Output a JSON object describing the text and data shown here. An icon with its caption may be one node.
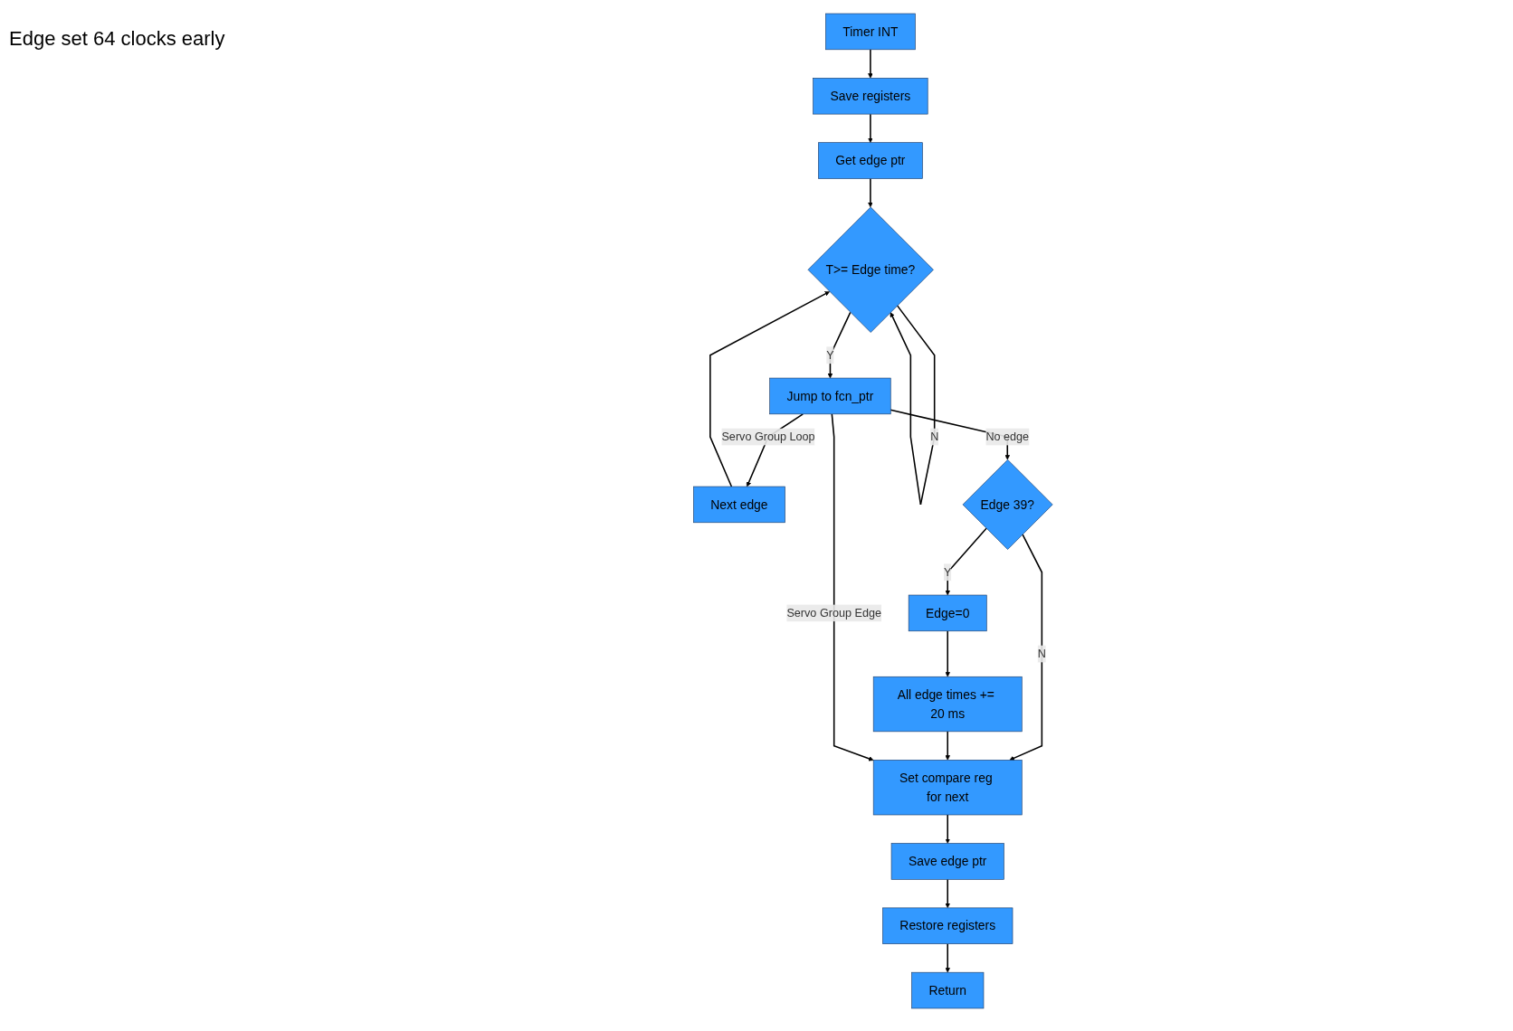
{
  "diagram": {
    "nodes": [
      {
        "text": [
          "Timer INT"
        ]
      },
      {
        "text": [
          "Save registers"
        ]
      },
      {
        "text": [
          "Get edge ptr"
        ]
      },
      {
        "text": [
          "T>= Edge time?"
        ]
      },
      {
        "text": [
          "Jump to fcn_ptr"
        ]
      },
      {
        "text": [
          "Next edge"
        ]
      },
      {
        "text": [
          "Edge 39?"
        ]
      },
      {
        "text": [
          "Edge=0"
        ]
      },
      {
        "text": [
          "All edge times += 20 ms"
        ]
      },
      {
        "text": [
          "Set compare reg for next"
        ]
      },
      {
        "text": [
          "Save edge ptr"
        ]
      },
      {
        "text": [
          "Restore registers"
        ]
      },
      {
        "text": [
          "Return"
        ]
      }
    ],
    "edges": [
      {
        "from": 0,
        "to": 1,
        "arrow": "to"
      },
      {
        "from": 1,
        "to": 2,
        "arrow": "to"
      },
      {
        "from": 2,
        "to": 3,
        "arrow": "to"
      },
      {
        "from": 3,
        "to": 3,
        "arrow": "to",
        "label": "N"
      },
      {
        "from": 3,
        "to": 4,
        "arrow": "to",
        "label": "Y"
      },
      {
        "from": 4,
        "to": 6,
        "arrow": "to",
        "label": "No edge"
      },
      {
        "from": 4,
        "to": 5,
        "arrow": "to",
        "label": "Servo Group Loop"
      },
      {
        "from": 5,
        "to": 3,
        "arrow": "to"
      },
      {
        "from": 6,
        "to": 7,
        "arrow": "to",
        "label": "Y"
      },
      {
        "from": 6,
        "to": 9,
        "arrow": "to",
        "label": "N"
      },
      {
        "from": 7,
        "to": 8,
        "arrow": "to"
      },
      {
        "from": 8,
        "to": 9,
        "arrow": "to"
      },
      {
        "from": 4,
        "to": 9,
        "arrow": "to",
        "label": "Servo Group Edge"
      },
      {
        "from": 9,
        "to": 10,
        "arrow": "to"
      },
      {
        "from": 10,
        "to": 11,
        "arrow": "to"
      },
      {
        "from": 11,
        "to": 12,
        "arrow": "to"
      }
    ],
    "labels": [
      "Edge set 64 clocks early"
    ]
  }
}
